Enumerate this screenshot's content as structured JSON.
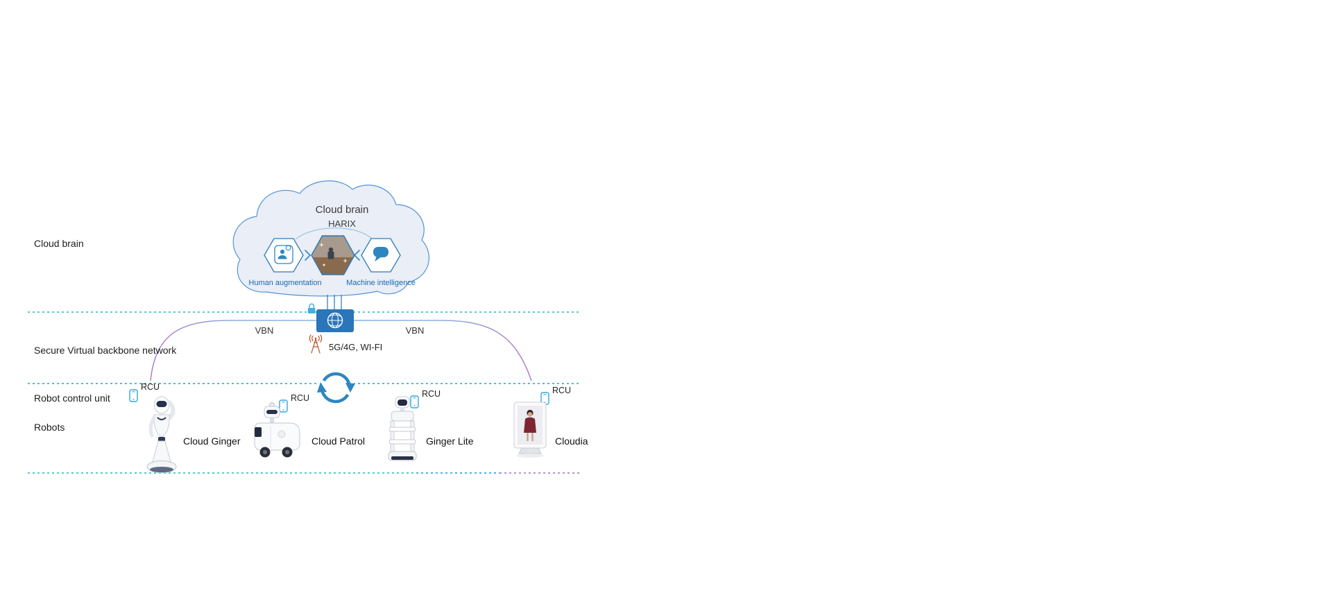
{
  "sections": {
    "cloud_brain": "Cloud brain",
    "secure_vbn": "Secure Virtual backbone network",
    "robot_control_unit": "Robot control unit",
    "robots": "Robots"
  },
  "cloud": {
    "title": "Cloud brain",
    "subtitle": "HARIX",
    "left_caption": "Human augmentation",
    "right_caption": "Machine intelligence"
  },
  "network": {
    "vbn_left": "VBN",
    "vbn_right": "VBN",
    "wireless": "5G/4G, WI-FI"
  },
  "robots": [
    {
      "rcu": "RCU",
      "name": "Cloud Ginger"
    },
    {
      "rcu": "RCU",
      "name": "Cloud Patrol"
    },
    {
      "rcu": "RCU",
      "name": "Ginger Lite"
    },
    {
      "rcu": "RCU",
      "name": "Cloudia"
    }
  ],
  "icons": {
    "router": "globe-router-icon",
    "lock": "lock-icon",
    "antenna": "radio-tower-icon",
    "sync": "sync-arrows-icon",
    "rcu_phone": "smartphone-icon",
    "human_augmentation": "person-chat-icon",
    "machine_intelligence": "speech-bubble-icon"
  },
  "colors": {
    "accent_blue": "#2e86c1",
    "cloud_fill": "#e9eef7",
    "cloud_stroke": "#4f93d6",
    "arc_purple": "#b07cc8",
    "dotted_teal": "#53c9cf",
    "dotted_cyan": "#41bfe4",
    "dotted_purple": "#b48fd8",
    "tower_orange": "#b5532e",
    "phone_blue": "#2fa8e1"
  }
}
